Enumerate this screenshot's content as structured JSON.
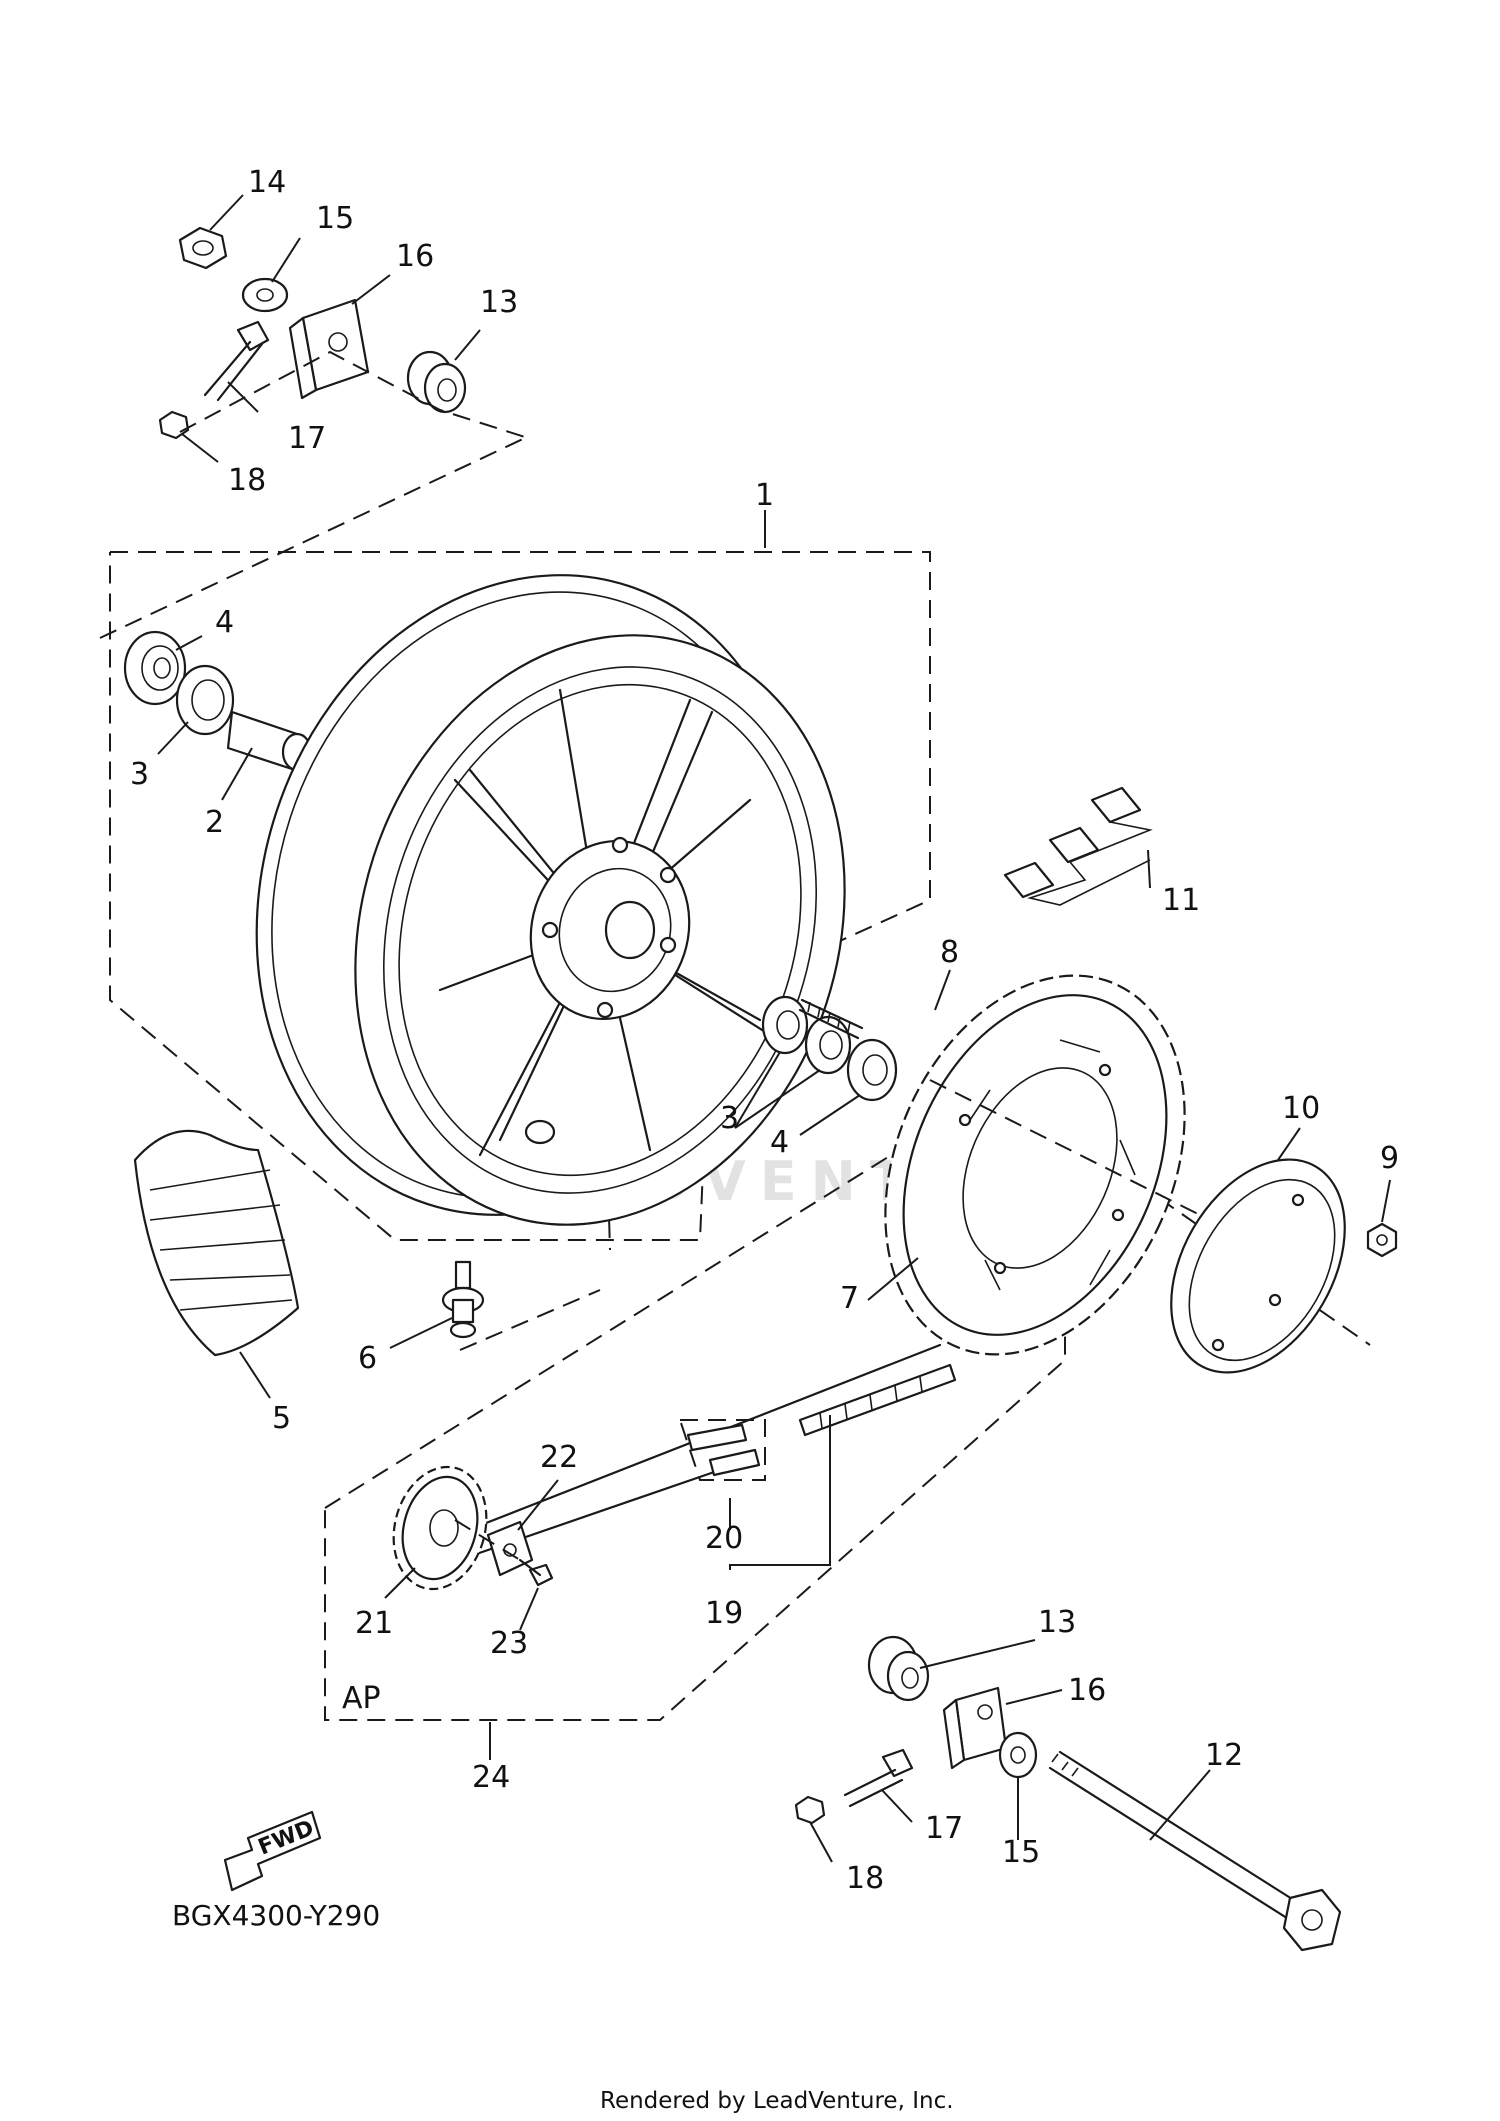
{
  "diagram": {
    "drawing_code": "BGX4300-Y290",
    "footer": "Rendered by LeadVenture, Inc.",
    "watermark": "LEADVENTURE",
    "fwd_label": "FWD",
    "group_label": "AP",
    "callouts": [
      {
        "id": "c1",
        "label": "1"
      },
      {
        "id": "c2",
        "label": "2"
      },
      {
        "id": "c3a",
        "label": "3"
      },
      {
        "id": "c3b",
        "label": "3"
      },
      {
        "id": "c4a",
        "label": "4"
      },
      {
        "id": "c4b",
        "label": "4"
      },
      {
        "id": "c5",
        "label": "5"
      },
      {
        "id": "c6",
        "label": "6"
      },
      {
        "id": "c7",
        "label": "7"
      },
      {
        "id": "c8",
        "label": "8"
      },
      {
        "id": "c9",
        "label": "9"
      },
      {
        "id": "c10",
        "label": "10"
      },
      {
        "id": "c11",
        "label": "11"
      },
      {
        "id": "c12",
        "label": "12"
      },
      {
        "id": "c13a",
        "label": "13"
      },
      {
        "id": "c13b",
        "label": "13"
      },
      {
        "id": "c14",
        "label": "14"
      },
      {
        "id": "c15a",
        "label": "15"
      },
      {
        "id": "c15b",
        "label": "15"
      },
      {
        "id": "c16a",
        "label": "16"
      },
      {
        "id": "c16b",
        "label": "16"
      },
      {
        "id": "c17a",
        "label": "17"
      },
      {
        "id": "c17b",
        "label": "17"
      },
      {
        "id": "c18a",
        "label": "18"
      },
      {
        "id": "c18b",
        "label": "18"
      },
      {
        "id": "c19",
        "label": "19"
      },
      {
        "id": "c20",
        "label": "20"
      },
      {
        "id": "c21",
        "label": "21"
      },
      {
        "id": "c22",
        "label": "22"
      },
      {
        "id": "c23",
        "label": "23"
      },
      {
        "id": "c24",
        "label": "24"
      }
    ]
  }
}
